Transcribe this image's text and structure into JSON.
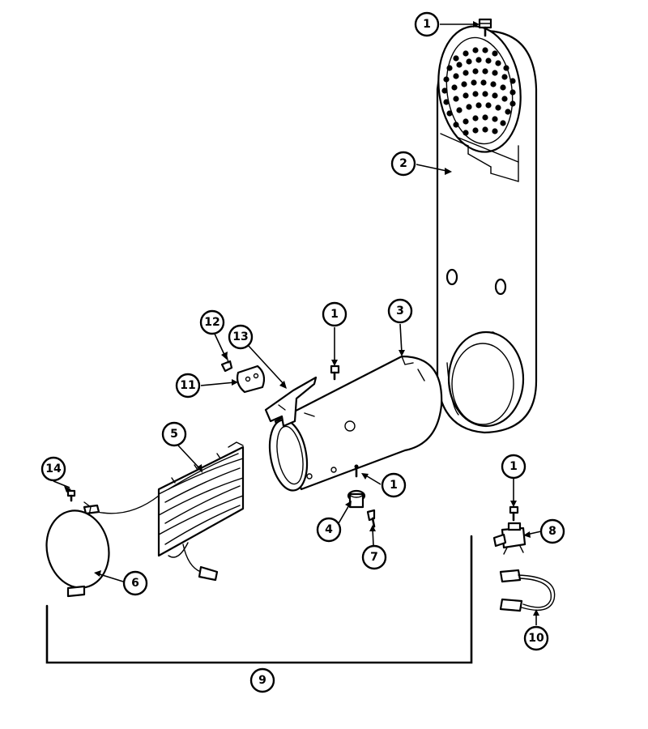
{
  "callouts": [
    {
      "id": "c1a",
      "label": "1"
    },
    {
      "id": "c2",
      "label": "2"
    },
    {
      "id": "c1b",
      "label": "1"
    },
    {
      "id": "c3",
      "label": "3"
    },
    {
      "id": "c12",
      "label": "12"
    },
    {
      "id": "c13",
      "label": "13"
    },
    {
      "id": "c11",
      "label": "11"
    },
    {
      "id": "c5",
      "label": "5"
    },
    {
      "id": "c1c",
      "label": "1"
    },
    {
      "id": "c14",
      "label": "14"
    },
    {
      "id": "c4",
      "label": "4"
    },
    {
      "id": "c7",
      "label": "7"
    },
    {
      "id": "c1d",
      "label": "1"
    },
    {
      "id": "c8",
      "label": "8"
    },
    {
      "id": "c6",
      "label": "6"
    },
    {
      "id": "c10",
      "label": "10"
    },
    {
      "id": "c9",
      "label": "9"
    }
  ],
  "colors": {
    "line": "#000000",
    "background": "#ffffff"
  }
}
